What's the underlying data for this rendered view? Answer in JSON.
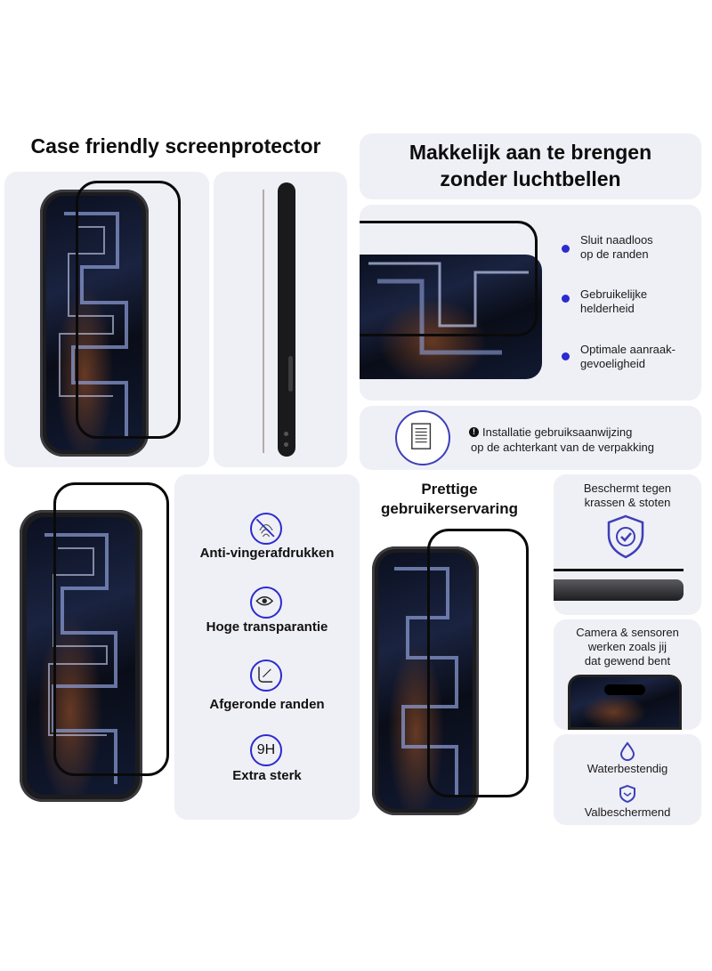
{
  "headings": {
    "case_friendly": "Case friendly screenprotector",
    "easy_apply_line1": "Makkelijk aan te brengen",
    "easy_apply_line2": "zonder luchtbellen",
    "pleasant_line1": "Prettige",
    "pleasant_line2": "gebruikerservaring"
  },
  "bubble_features": [
    {
      "line1": "Sluit naadloos",
      "line2": "op de randen"
    },
    {
      "line1": "Gebruikelijke",
      "line2": "helderheid"
    },
    {
      "line1": "Optimale aanraak-",
      "line2": "gevoeligheid"
    }
  ],
  "install_note": {
    "line1": "Installatie gebruiksaanwijzing",
    "line2": "op de achterkant van de verpakking"
  },
  "features": [
    {
      "label": "Anti-vingerafdrukken",
      "icon": "fingerprint-icon"
    },
    {
      "label": "Hoge transparantie",
      "icon": "eye-icon"
    },
    {
      "label": "Afgeronde randen",
      "icon": "rounded-corner-icon"
    },
    {
      "label": "Extra sterk",
      "icon": "9h-icon",
      "badge": "9H"
    }
  ],
  "protect": {
    "line1": "Beschermt tegen",
    "line2": "krassen & stoten"
  },
  "camera": {
    "line1": "Camera & sensoren",
    "line2": "werken zoals jij",
    "line3": "dat gewend bent"
  },
  "extras": [
    {
      "label": "Waterbestendig",
      "icon": "water-drop-icon"
    },
    {
      "label": "Valbeschermend",
      "icon": "shield-drop-icon"
    }
  ],
  "colors": {
    "panel": "#efeff6",
    "accent": "#2b2bcf",
    "shield": "#3d3fb8"
  }
}
